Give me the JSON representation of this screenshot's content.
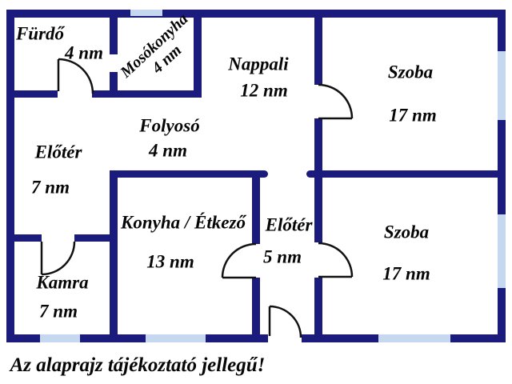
{
  "plan_note": "Az alaprajz tájékoztató jellegű!",
  "rooms": {
    "furdo": {
      "name": "Fürdő",
      "area": "4 nm"
    },
    "mosokonyha": {
      "name": "Mosókonyha",
      "area": "4 nm"
    },
    "nappali": {
      "name": "Nappali",
      "area": "12 nm"
    },
    "szoba_felso": {
      "name": "Szoba",
      "area": "17 nm"
    },
    "folyoso": {
      "name": "Folyosó",
      "area": "4 nm"
    },
    "eloter_bal": {
      "name": "Előtér",
      "area": "7 nm"
    },
    "konyha": {
      "name": "Konyha / Étkező",
      "area": "13 nm"
    },
    "eloter_kozep": {
      "name": "Előtér",
      "area": "5 nm"
    },
    "szoba_also": {
      "name": "Szoba",
      "area": "17 nm"
    },
    "kamra": {
      "name": "Kamra",
      "area": "7 nm"
    }
  },
  "colors": {
    "wall": "#1b1b7e",
    "window": "#c5d8ef",
    "text": "#060606",
    "background": "#ffffff"
  }
}
